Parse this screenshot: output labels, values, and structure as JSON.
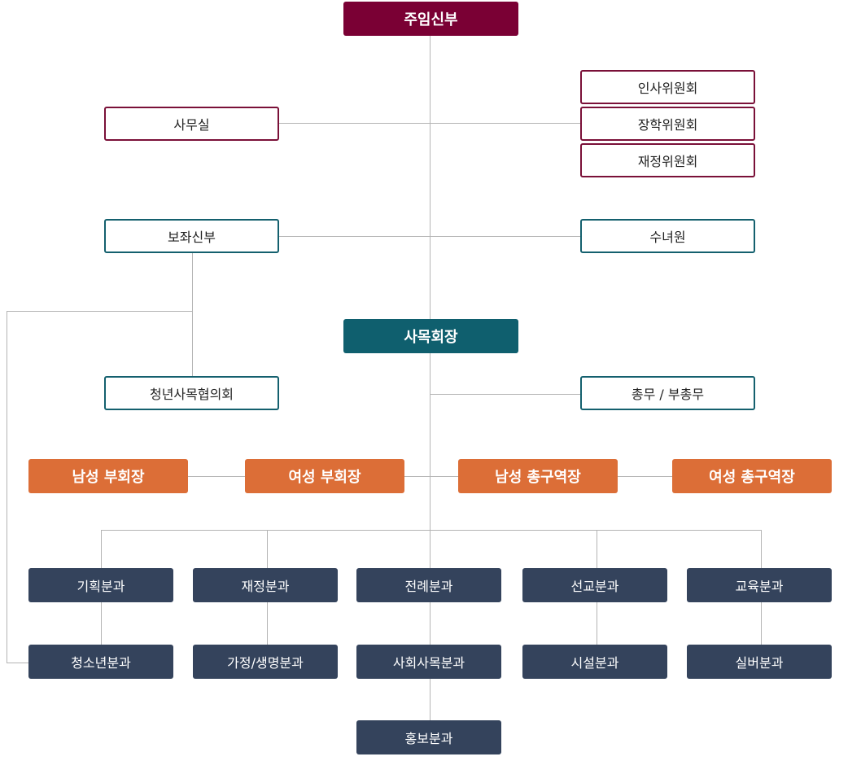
{
  "pastor": "주임신부",
  "office": "사무실",
  "committees": [
    "인사위원회",
    "장학위원회",
    "재정위원회"
  ],
  "assistant_priest": "보좌신부",
  "convent": "수녀원",
  "council_president": "사목회장",
  "youth_council": "청년사목협의회",
  "secretary": "총무 / 부총무",
  "vice_presidents": [
    "남성 부회장",
    "여성 부회장",
    "남성 총구역장",
    "여성 총구역장"
  ],
  "departments_row1": [
    "기획분과",
    "재정분과",
    "전례분과",
    "선교분과",
    "교육분과"
  ],
  "departments_row2": [
    "청소년분과",
    "가정/생명분과",
    "사회사목분과",
    "시설분과",
    "실버분과"
  ],
  "department_pr": "홍보분과",
  "colors": {
    "maroon": "#7a0034",
    "teal": "#0f5f6e",
    "orange": "#dc6e37",
    "navy": "#34435c",
    "line": "#b4b4b4"
  }
}
